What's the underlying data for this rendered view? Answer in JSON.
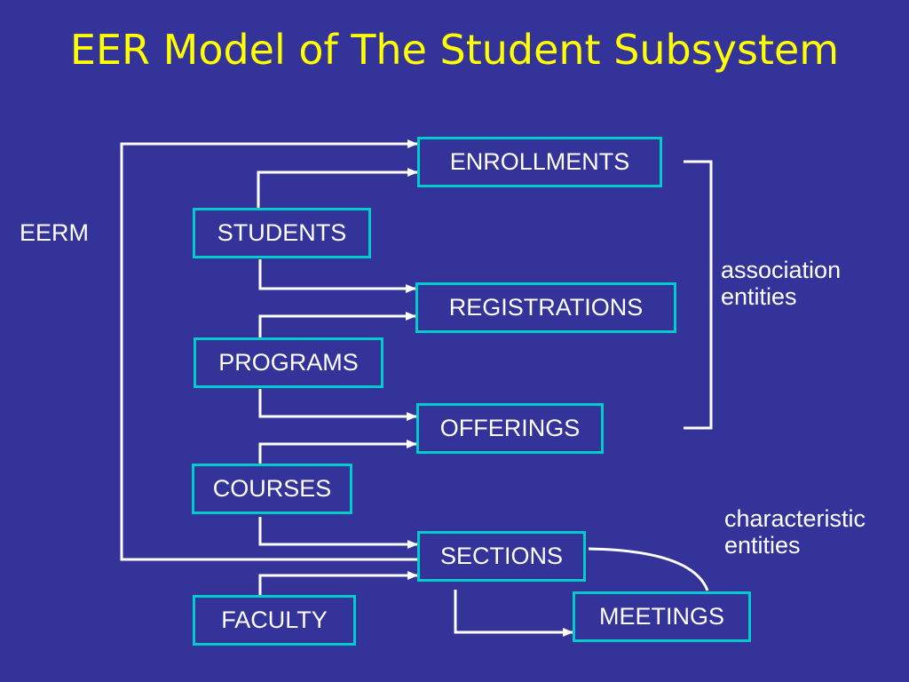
{
  "slide": {
    "title": "EER Model of The Student Subsystem",
    "background_color": "#333399",
    "title_color": "#ffff00",
    "box_border_color": "#00cccc",
    "text_color": "#ffffff"
  },
  "diagram": {
    "side_label": "EERM",
    "entities": {
      "enrollments": "ENROLLMENTS",
      "students": "STUDENTS",
      "registrations": "REGISTRATIONS",
      "programs": "PROGRAMS",
      "offerings": "OFFERINGS",
      "courses": "COURSES",
      "sections": "SECTIONS",
      "faculty": "FACULTY",
      "meetings": "MEETINGS"
    },
    "groups": {
      "association": {
        "line1": "association",
        "line2": "entities",
        "members": [
          "ENROLLMENTS",
          "REGISTRATIONS",
          "OFFERINGS"
        ]
      },
      "characteristic": {
        "line1": "characteristic",
        "line2": "entities",
        "members": [
          "MEETINGS"
        ]
      }
    },
    "relationships": [
      {
        "from": "STUDENTS",
        "to": "ENROLLMENTS"
      },
      {
        "from": "STUDENTS",
        "to": "REGISTRATIONS"
      },
      {
        "from": "PROGRAMS",
        "to": "REGISTRATIONS"
      },
      {
        "from": "PROGRAMS",
        "to": "OFFERINGS"
      },
      {
        "from": "COURSES",
        "to": "OFFERINGS"
      },
      {
        "from": "COURSES",
        "to": "SECTIONS"
      },
      {
        "from": "FACULTY",
        "to": "SECTIONS"
      },
      {
        "from": "SECTIONS",
        "to": "MEETINGS"
      },
      {
        "from": "SECTIONS",
        "to": "ENROLLMENTS"
      }
    ]
  }
}
